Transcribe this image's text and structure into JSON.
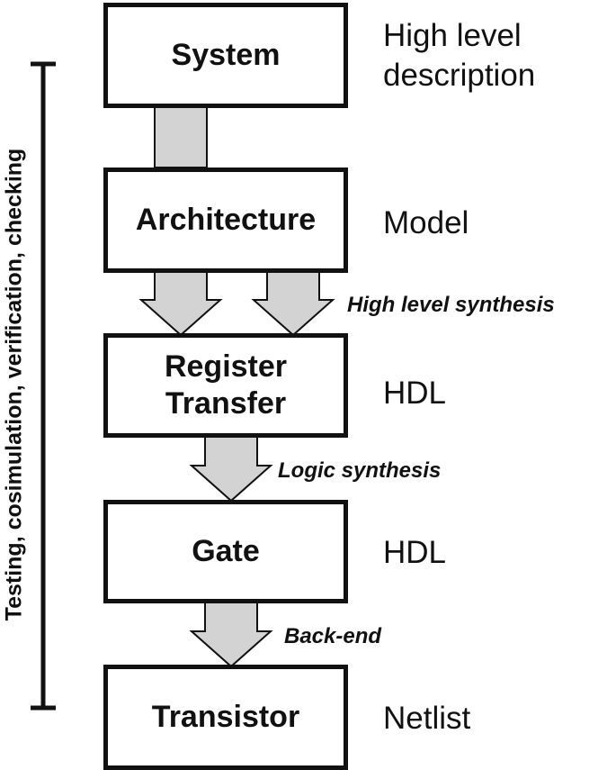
{
  "side_label": "Testing, cosimulation, verification, checking",
  "levels": [
    {
      "name": "System",
      "description": "High level description"
    },
    {
      "name": "Architecture",
      "description": "Model"
    },
    {
      "name": "Register Transfer",
      "description": "HDL"
    },
    {
      "name": "Gate",
      "description": "HDL"
    },
    {
      "name": "Transistor",
      "description": "Netlist"
    }
  ],
  "transitions": [
    {
      "from": "System",
      "to": "Architecture",
      "label": ""
    },
    {
      "from": "Architecture",
      "to": "Register Transfer",
      "label": "High level synthesis"
    },
    {
      "from": "Register Transfer",
      "to": "Gate",
      "label": "Logic synthesis"
    },
    {
      "from": "Gate",
      "to": "Transistor",
      "label": "Back-end"
    }
  ],
  "colors": {
    "arrow_fill": "#d3d3d3",
    "stroke": "#111111"
  }
}
